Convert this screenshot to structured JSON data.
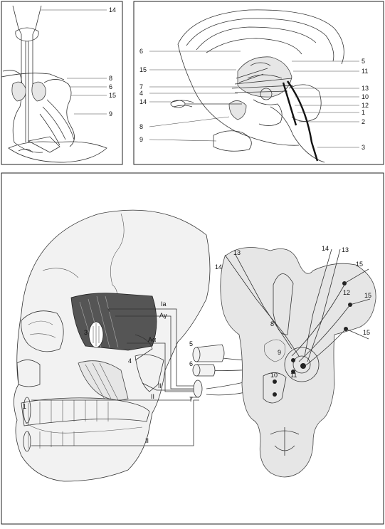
{
  "panel_top_left": {
    "labels": [
      "14",
      "8",
      "6",
      "15",
      "9"
    ]
  },
  "panel_top_right": {
    "labels_left": [
      "6",
      "15",
      "7",
      "4",
      "14",
      "8",
      "9"
    ],
    "labels_right": [
      "5",
      "11",
      "13",
      "10",
      "12",
      "1",
      "2",
      "3"
    ]
  },
  "panel_bottom": {
    "skull_labels": [
      "1",
      "3",
      "4"
    ],
    "fiber_labels": [
      "Ia",
      "Aγ",
      "Aα",
      "II",
      "II",
      "II"
    ],
    "ganglion_labels": [
      "5",
      "6",
      "7"
    ],
    "brainstem_labels": [
      "14",
      "13",
      "14",
      "13",
      "15",
      "12",
      "15",
      "15",
      "8",
      "9",
      "10",
      "11"
    ]
  },
  "colors": {
    "line": "#333333",
    "shade": "#e6e6e6",
    "muscle": "#555555",
    "background": "#ffffff"
  }
}
